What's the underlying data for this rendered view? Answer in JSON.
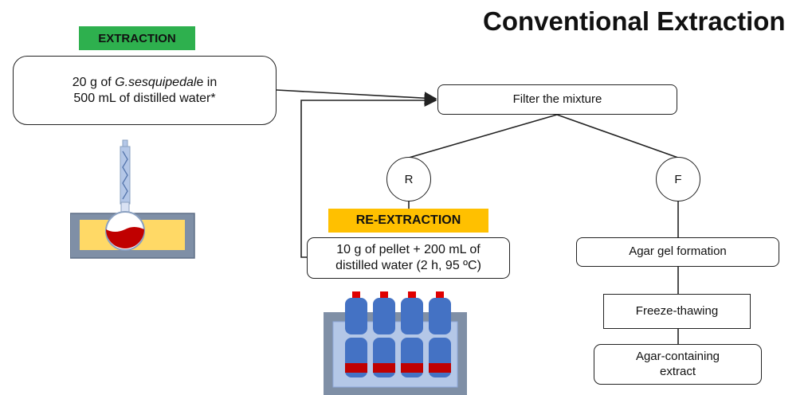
{
  "title": "Conventional Extraction",
  "tags": {
    "extraction": "EXTRACTION",
    "reextraction": "RE-EXTRACTION"
  },
  "start_box": {
    "line1_prefix": "20 g of ",
    "line1_species": "G.sesquipedal",
    "line1_suffix": "e in",
    "line2": "500 mL of distilled water*"
  },
  "filter_box": "Filter the mixture",
  "nodes": {
    "residue": "R",
    "filtrate": "F"
  },
  "pellet_box": {
    "line1": "10 g of pellet + 200 mL of",
    "line2": "distilled water (2 h, 95 ºC)"
  },
  "agar_box": "Agar gel formation",
  "freeze_box": "Freeze-thawing",
  "extract_box": {
    "line1": "Agar-containing",
    "line2": "extract"
  },
  "colors": {
    "extraction_tag": "#2eb04e",
    "reextraction_tag": "#ffc000",
    "bath_frame": "#7f8fa6",
    "bath_fill_yellow": "#ffd966",
    "flask_liquid": "#c00000",
    "bottle_blue": "#4472c4",
    "bottle_cap": "#e00000",
    "water_bath_inner": "#b4c7e7"
  },
  "icons": [
    "reflux-flask-icon",
    "water-bath-bottles-icon",
    "arrow-head-icon"
  ]
}
